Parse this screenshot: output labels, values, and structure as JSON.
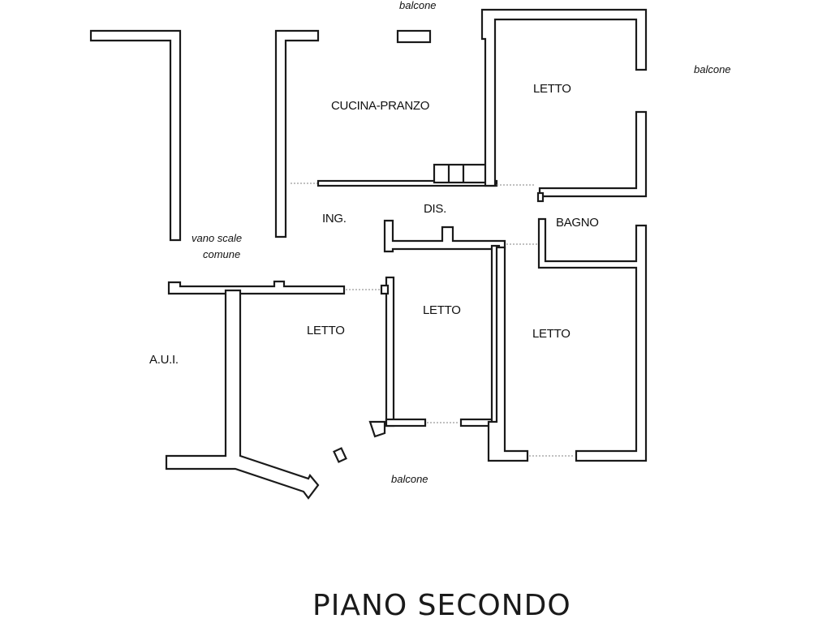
{
  "plan": {
    "title": "PIANO SECONDO",
    "rooms": {
      "kitchen": "CUCINA-PRANZO",
      "bedroom_ne": "LETTO",
      "entrance": "ING.",
      "hall": "DIS.",
      "bathroom": "BAGNO",
      "bedroom_sw": "LETTO",
      "bedroom_center": "LETTO",
      "bedroom_se": "LETTO",
      "aui": "A.U.I."
    },
    "labels": {
      "balcony_top": "balcone",
      "balcony_right": "balcone",
      "balcony_bottom": "balcone",
      "stairs_line1": "vano scale",
      "stairs_line2": "comune"
    }
  }
}
